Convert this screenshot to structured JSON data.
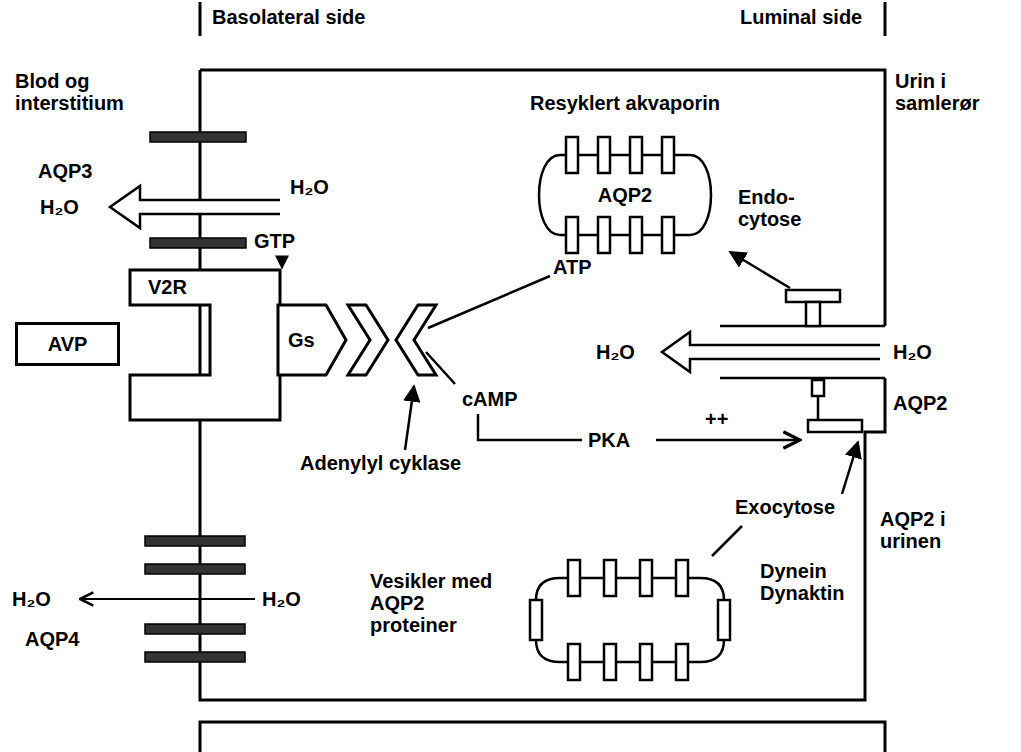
{
  "diagram": {
    "nodes": [
      {
        "text": [
          "AVP"
        ]
      },
      {
        "text": [
          "V2R"
        ]
      },
      {
        "text": [
          "Gs"
        ]
      },
      {
        "text": [
          "Resyklert akvaporin",
          "AQP2"
        ]
      },
      {
        "text": [
          "Vesikler med AQP2 proteiner"
        ]
      }
    ],
    "labels": [
      "Basolateral side",
      "Luminal side",
      "Blod og interstitium",
      "Urin i samlerør",
      "AQP3",
      "H₂O",
      "H₂O",
      "GTP",
      "Endo- cytose",
      "ATP",
      "H₂O",
      "H₂O",
      "cAMP",
      "AQP2",
      "PKA",
      "++",
      "Adenylyl cyklase",
      "Exocytose",
      "AQP2 i urinen",
      "Dynein Dynaktin",
      "H₂O",
      "H₂O",
      "AQP4"
    ]
  }
}
